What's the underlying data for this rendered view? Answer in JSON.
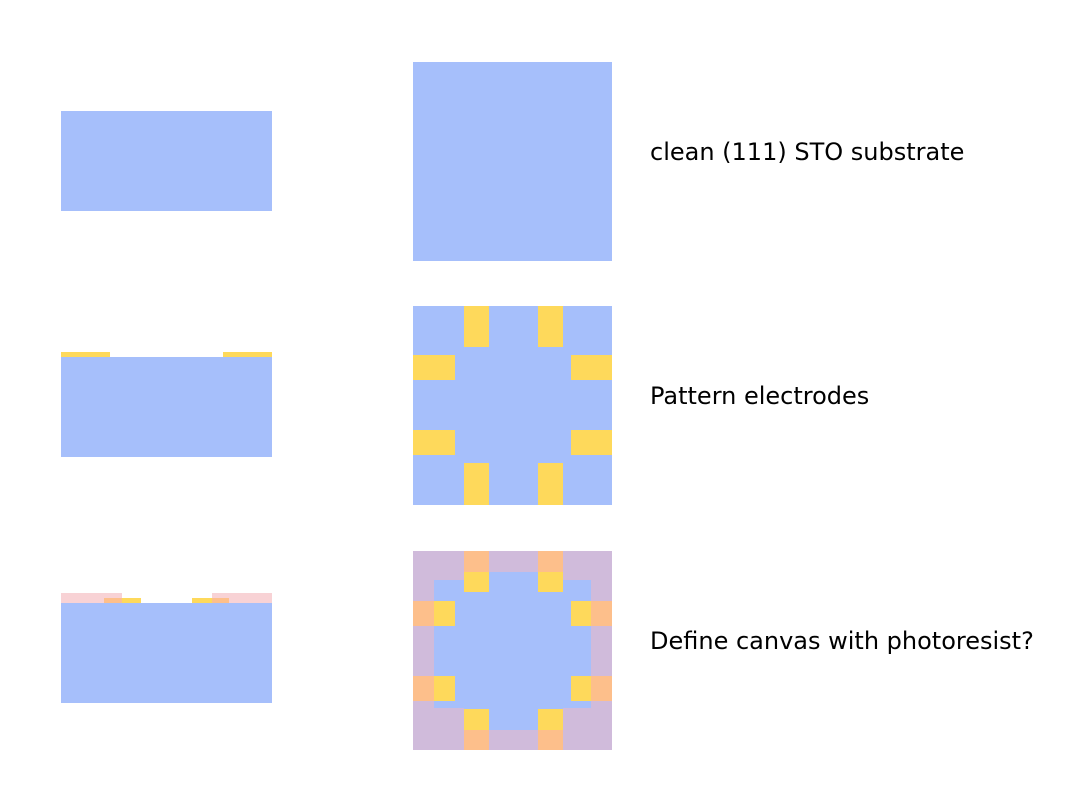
{
  "colors": {
    "substrate": "#a6bffb",
    "electrode": "#fed95b",
    "photoresist": "#f8d2d5",
    "photoresist_on_electrode": "#fdbf8b",
    "photoresist_on_substrate": "#d0bbdb"
  },
  "steps": [
    {
      "label": "clean (111) STO substrate"
    },
    {
      "label": "Pattern electrodes"
    },
    {
      "label": "Define canvas with photoresist?"
    }
  ]
}
